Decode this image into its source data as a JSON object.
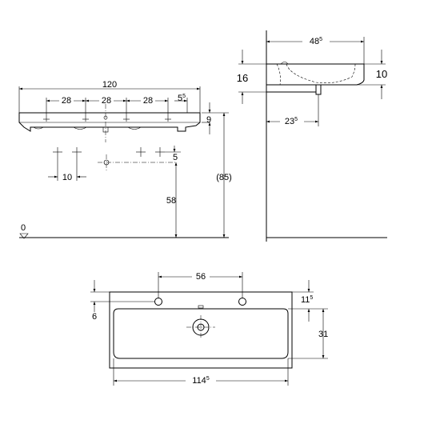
{
  "front": {
    "width": {
      "num": "120",
      "sup": ""
    },
    "spacing1": {
      "num": "28",
      "sup": ""
    },
    "spacing2": {
      "num": "28",
      "sup": ""
    },
    "spacing3": {
      "num": "28",
      "sup": ""
    },
    "edge": {
      "num": "5",
      "sup": "5"
    },
    "thickness": {
      "num": "9",
      "sup": ""
    },
    "connector_offset": {
      "num": "5",
      "sup": ""
    },
    "hole_spacing": {
      "num": "10",
      "sup": ""
    },
    "connector_height": {
      "num": "58",
      "sup": ""
    },
    "total_height": {
      "num": "(85)",
      "sup": ""
    },
    "floor_level": {
      "num": "0",
      "sup": ""
    }
  },
  "side": {
    "depth": {
      "num": "48",
      "sup": "5"
    },
    "height": {
      "num": "16",
      "sup": ""
    },
    "rim": {
      "num": "10",
      "sup": ""
    },
    "drain": {
      "num": "23",
      "sup": "5"
    }
  },
  "top": {
    "tap_spacing": {
      "num": "56",
      "sup": ""
    },
    "rim_front": {
      "num": "6",
      "sup": ""
    },
    "rim_back": {
      "num": "11",
      "sup": "5"
    },
    "bowl_depth": {
      "num": "31",
      "sup": ""
    },
    "bowl_width": {
      "num": "114",
      "sup": "5"
    }
  }
}
